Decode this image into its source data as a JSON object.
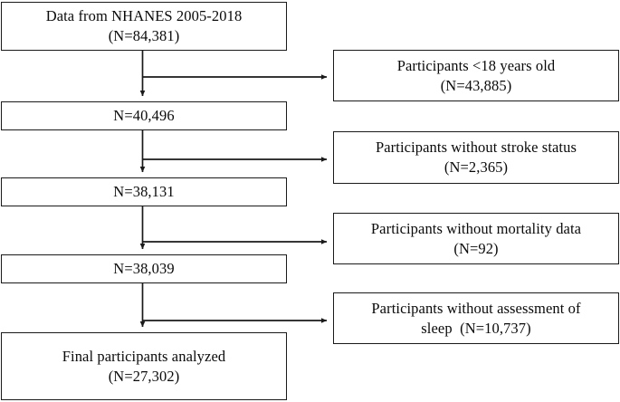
{
  "diagram": {
    "title": "NHANES participant selection flowchart",
    "type": "flowchart",
    "stroke_color": "#1a1a1a",
    "text_color": "#0a0a0a",
    "background_color": "#ffffff"
  },
  "included": [
    {
      "id": "source",
      "line1": "Data from NHANES 2005-2018",
      "line2": "(N=84,381)",
      "n": 84381
    },
    {
      "id": "stage_1",
      "line1": "N=40,496",
      "line2": "",
      "n": 40496
    },
    {
      "id": "stage_2",
      "line1": "N=38,131",
      "line2": "",
      "n": 38131
    },
    {
      "id": "stage_3",
      "line1": "N=38,039",
      "line2": "",
      "n": 38039
    },
    {
      "id": "final",
      "line1": "Final participants analyzed",
      "line2": "(N=27,302)",
      "n": 27302
    }
  ],
  "excluded": [
    {
      "id": "excl_1",
      "line1": "Participants <18 years old",
      "line2": "(N=43,885)",
      "n": 43885
    },
    {
      "id": "excl_2",
      "line1": "Participants without stroke status",
      "line2": "(N=2,365)",
      "n": 2365
    },
    {
      "id": "excl_3",
      "line1": "Participants without mortality data",
      "line2": "(N=92)",
      "n": 92
    },
    {
      "id": "excl_4",
      "line1": "Participants without assessment of",
      "line2": "sleep  (N=10,737)",
      "n": 10737
    }
  ]
}
